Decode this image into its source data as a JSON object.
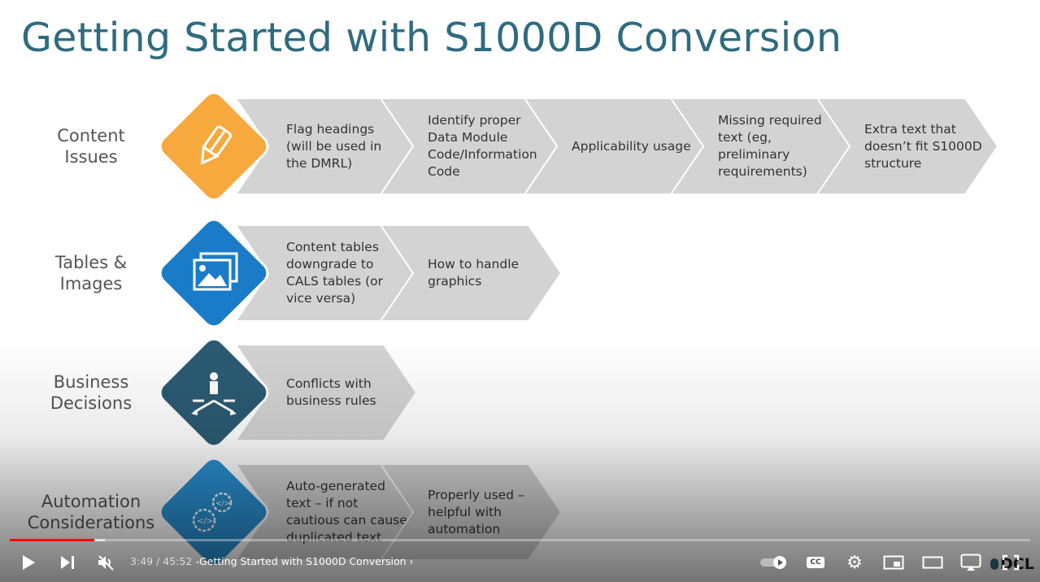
{
  "slide": {
    "title": "Getting Started with S1000D Conversion",
    "rows": [
      {
        "label": [
          "Content",
          "Issues"
        ],
        "icon": "pencil-icon",
        "color": "#f7a93d",
        "steps": [
          [
            "Flag headings",
            "(will be used in",
            "the DMRL)"
          ],
          [
            "Identify proper",
            "Data Module",
            "Code/Information",
            "Code"
          ],
          [
            "Applicability usage"
          ],
          [
            "Missing required",
            "text (eg,",
            "preliminary",
            "requirements)"
          ],
          [
            "Extra text that",
            "doesn’t fit S1000D",
            "structure"
          ]
        ]
      },
      {
        "label": [
          "Tables &",
          "Images"
        ],
        "icon": "images-icon",
        "color": "#1a7cc8",
        "steps": [
          [
            "Content tables",
            "downgrade to",
            "CALS tables (or",
            "vice versa)"
          ],
          [
            "How to handle",
            "graphics"
          ]
        ]
      },
      {
        "label": [
          "Business",
          "Decisions"
        ],
        "icon": "decision-person-icon",
        "color": "#2b5b73",
        "steps": [
          [
            "Conflicts with",
            "business rules"
          ]
        ]
      },
      {
        "label": [
          "Automation",
          "Considerations"
        ],
        "icon": "code-gears-icon",
        "color": "#2a90d2",
        "steps": [
          [
            "Auto-generated",
            "text – if not",
            "cautious can cause",
            "duplicated text"
          ],
          [
            "Properly used –",
            "helpful with",
            "automation"
          ]
        ]
      }
    ],
    "logo": "DCL"
  },
  "player": {
    "current_time": "3:49",
    "duration": "45:52",
    "time_sep": "/",
    "bullet": "•",
    "video_title": "Getting Started with S1000D Conversion",
    "progress_percent": 8.3,
    "muted": true,
    "autoplay": true,
    "cc_label": "CC"
  }
}
